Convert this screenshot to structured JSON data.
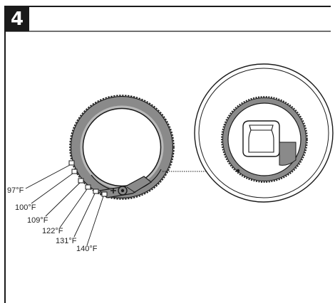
{
  "step": {
    "number": "4"
  },
  "temperature_labels": [
    "97°F",
    "100°F",
    "109°F",
    "122°F",
    "131°F",
    "140°F"
  ],
  "colors": {
    "ring_fill": "#8a8a8a",
    "ring_highlight": "#b9b9b9",
    "outline": "#1a1a1a",
    "background": "#ffffff"
  }
}
